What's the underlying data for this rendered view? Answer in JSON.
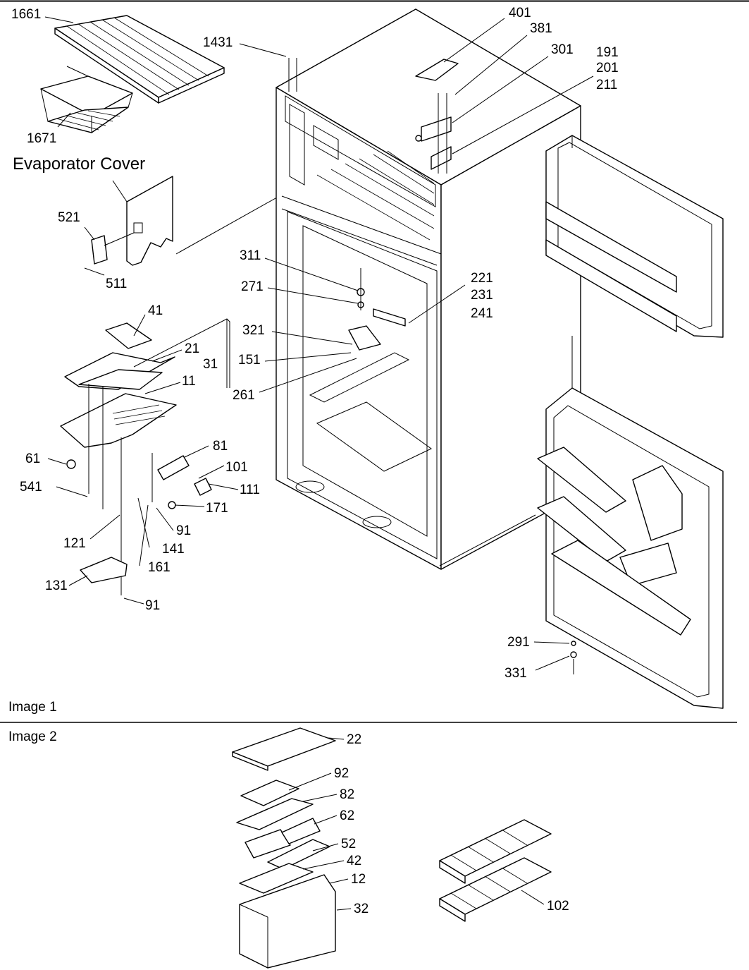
{
  "headings": {
    "evaporator_cover": "Evaporator Cover",
    "image_1": "Image 1",
    "image_2": "Image 2"
  },
  "callouts": {
    "c1661": "1661",
    "c1671": "1671",
    "c1431": "1431",
    "c401": "401",
    "c381": "381",
    "c301": "301",
    "c191": "191",
    "c201": "201",
    "c211": "211",
    "c521": "521",
    "c511": "511",
    "c311": "311",
    "c271": "271",
    "c221": "221",
    "c231": "231",
    "c241": "241",
    "c321": "321",
    "c151": "151",
    "c261": "261",
    "c41": "41",
    "c21": "21",
    "c31": "31",
    "c11": "11",
    "c61": "61",
    "c81": "81",
    "c101": "101",
    "c111": "111",
    "c171": "171",
    "c541": "541",
    "c91a": "91",
    "c121": "121",
    "c141": "141",
    "c161": "161",
    "c131": "131",
    "c91b": "91",
    "c291": "291",
    "c331": "331",
    "c22": "22",
    "c92": "92",
    "c82": "82",
    "c62": "62",
    "c52": "52",
    "c42": "42",
    "c12": "12",
    "c32": "32",
    "c102": "102"
  }
}
